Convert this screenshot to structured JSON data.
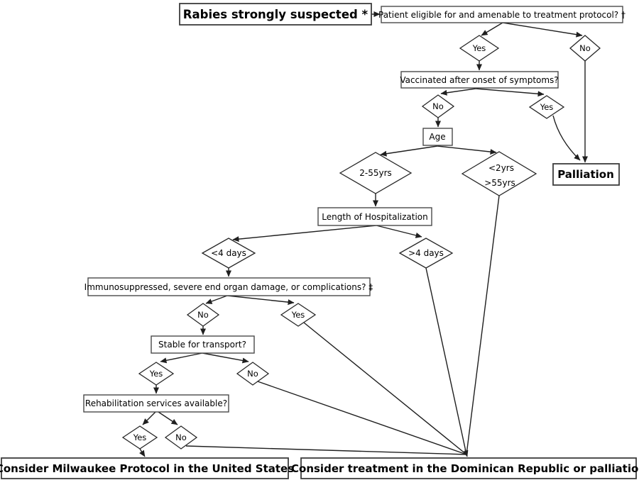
{
  "boxes": {
    "rabies": "Rabies strongly suspected *",
    "eligibility": "Patient eligible for and amenable to treatment protocol? †",
    "vaccinated": "Vaccinated after onset of symptoms?",
    "age": "Age",
    "palliation": "Palliation",
    "hospitalization": "Length of Hospitalization",
    "immuno": "Immunosuppressed, severe end organ damage, or complications? ‡",
    "stable": "Stable for transport?",
    "rehab": "Rehabilitation services available?",
    "milwaukee": "Consider Milwaukee Protocol in the United States",
    "dominican": "Consider treatment in the Dominican Republic or palliation"
  },
  "decisions": {
    "eligible_yes": "Yes",
    "eligible_no": "No",
    "vaccinated_no": "No",
    "vaccinated_yes": "Yes",
    "age_mid": "2-55yrs",
    "age_young": "<2yrs",
    "age_old": ">55yrs",
    "hosp_short": "<4 days",
    "hosp_long": ">4 days",
    "immuno_no": "No",
    "immuno_yes": "Yes",
    "stable_yes": "Yes",
    "stable_no": "No",
    "rehab_yes": "Yes",
    "rehab_no": "No"
  },
  "colors": {
    "line": "#1f1f1f",
    "box_border": "#4a4a4a",
    "box_fill": "#ffffff",
    "text": "#000000"
  }
}
